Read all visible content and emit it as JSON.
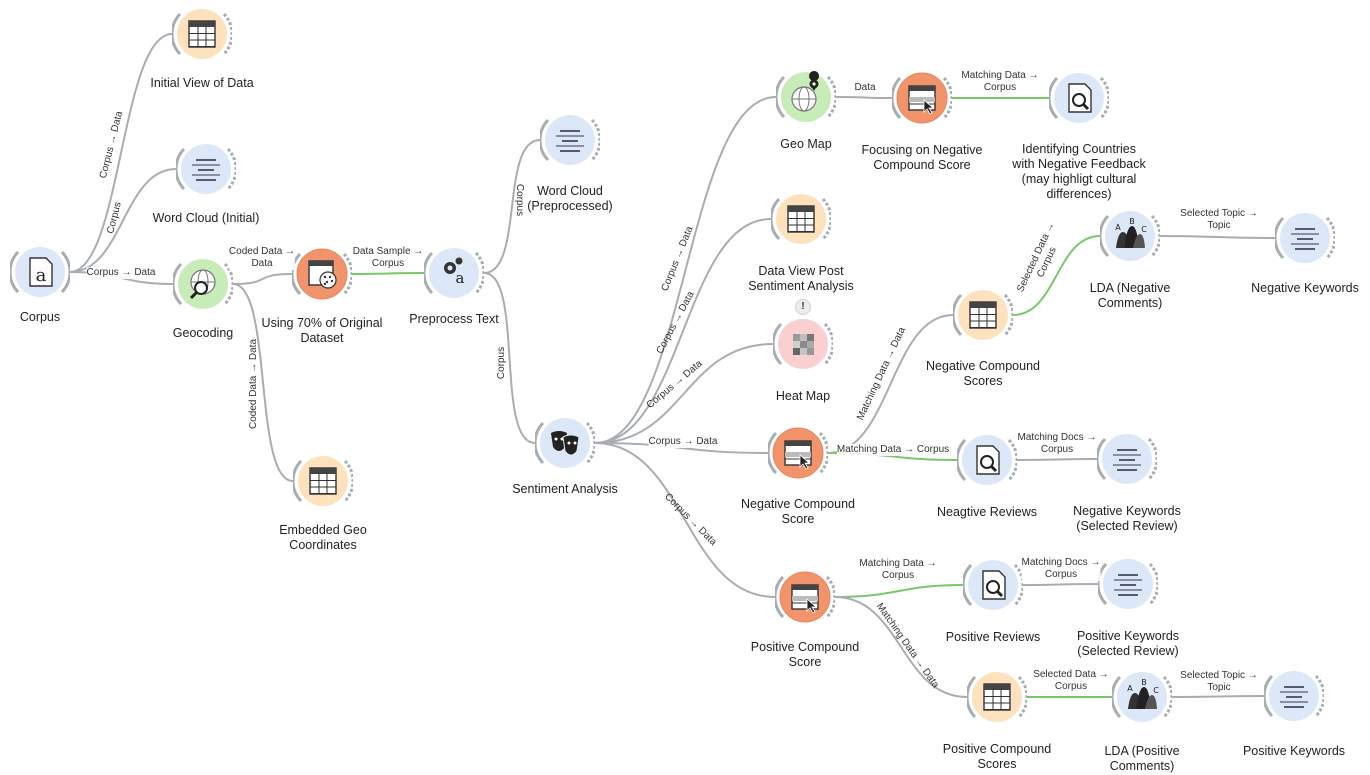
{
  "colors": {
    "link": "#a8adb2",
    "link_active": "#7ac76a",
    "orange_fill": "#fde2bd",
    "orange_dark": "#f1946b",
    "blue_fill": "#dce7f7",
    "green_fill": "#c8ecb8",
    "red_fill": "#f9cfcf"
  },
  "nodes": {
    "corpus": {
      "label": "Corpus",
      "icon": "corpus-icon"
    },
    "initial_view": {
      "label": "Initial View of Data",
      "icon": "data-table-icon"
    },
    "word_cloud_initial": {
      "label": "Word Cloud (Initial)",
      "icon": "word-cloud-icon"
    },
    "geocoding": {
      "label": "Geocoding",
      "icon": "geocoding-icon"
    },
    "embedded_geo": {
      "label": "Embedded Geo\nCoordinates",
      "icon": "data-table-icon"
    },
    "sample_70": {
      "label": "Using 70% of Original\nDataset",
      "icon": "data-sampler-icon"
    },
    "preprocess": {
      "label": "Preprocess Text",
      "icon": "preprocess-gears-icon"
    },
    "word_cloud_pre": {
      "label": "Word Cloud\n(Preprocessed)",
      "icon": "word-cloud-icon"
    },
    "sentiment": {
      "label": "Sentiment Analysis",
      "icon": "theater-masks-icon"
    },
    "geo_map": {
      "label": "Geo Map",
      "icon": "globe-pin-icon"
    },
    "focus_neg": {
      "label": "Focusing on Negative\nCompound Score",
      "icon": "select-rows-icon"
    },
    "ident_countries": {
      "label": "Identifying Countries\nwith Negative Feedback\n(may highligt cultural\ndifferences)",
      "icon": "corpus-viewer-icon"
    },
    "data_view_post": {
      "label": "Data View Post\nSentiment Analysis",
      "icon": "data-table-icon"
    },
    "heat_map": {
      "label": "Heat Map",
      "icon": "heat-map-icon",
      "warning": "!"
    },
    "neg_compound_scores": {
      "label": "Negative Compound\nScores",
      "icon": "data-table-icon"
    },
    "lda_neg": {
      "label": "LDA (Negative\nComments)",
      "icon": "topic-modelling-icon"
    },
    "neg_keywords": {
      "label": "Negative Keywords",
      "icon": "word-cloud-icon"
    },
    "neg_compound_score": {
      "label": "Negative Compound\nScore",
      "icon": "select-rows-icon"
    },
    "neg_reviews": {
      "label": "Neagtive Reviews",
      "icon": "corpus-viewer-icon"
    },
    "neg_keywords_sel": {
      "label": "Negative Keywords\n(Selected Review)",
      "icon": "word-cloud-icon"
    },
    "pos_compound_score": {
      "label": "Positive Compound\nScore",
      "icon": "select-rows-icon"
    },
    "pos_reviews": {
      "label": "Positive Reviews",
      "icon": "corpus-viewer-icon"
    },
    "pos_keywords_sel": {
      "label": "Positive Keywords\n(Selected Review)",
      "icon": "word-cloud-icon"
    },
    "pos_compound_scores": {
      "label": "Positive Compound\nScores",
      "icon": "data-table-icon"
    },
    "lda_pos": {
      "label": "LDA (Positive\nComments)",
      "icon": "topic-modelling-icon"
    },
    "pos_keywords": {
      "label": "Positive Keywords",
      "icon": "word-cloud-icon"
    }
  },
  "links": {
    "corpus_initial": "Corpus → Data",
    "corpus_wordcloud": "Corpus",
    "corpus_geocoding": "Corpus → Data",
    "geocoding_sample": "Coded Data →\nData",
    "geocoding_embedded": "Coded Data → Data",
    "sample_preprocess": "Data Sample →\nCorpus",
    "preprocess_wordcloud": "Corpus",
    "preprocess_sentiment": "Corpus",
    "sent_geomap": "Corpus → Data",
    "sent_dataview": "Corpus → Data",
    "sent_heatmap": "Corpus → Data",
    "sent_negscore": "Corpus → Data",
    "sent_posscore": "Corpus → Data",
    "geomap_focus": "Data",
    "focus_ident": "Matching Data →\nCorpus",
    "negscore_negscores": "Matching Data → Data",
    "negscores_lda": "Selected Data →\nCorpus",
    "lda_negkw": "Selected Topic →\nTopic",
    "negscore_reviews": "Matching Data → Corpus",
    "negreviews_kw": "Matching Docs →\nCorpus",
    "posscore_reviews": "Matching Data →\nCorpus",
    "posreviews_kw": "Matching Docs →\nCorpus",
    "posscore_posscores": "Matching Data → Data",
    "posscores_lda": "Selected Data →\nCorpus",
    "ldapos_kw": "Selected Topic →\nTopic"
  }
}
